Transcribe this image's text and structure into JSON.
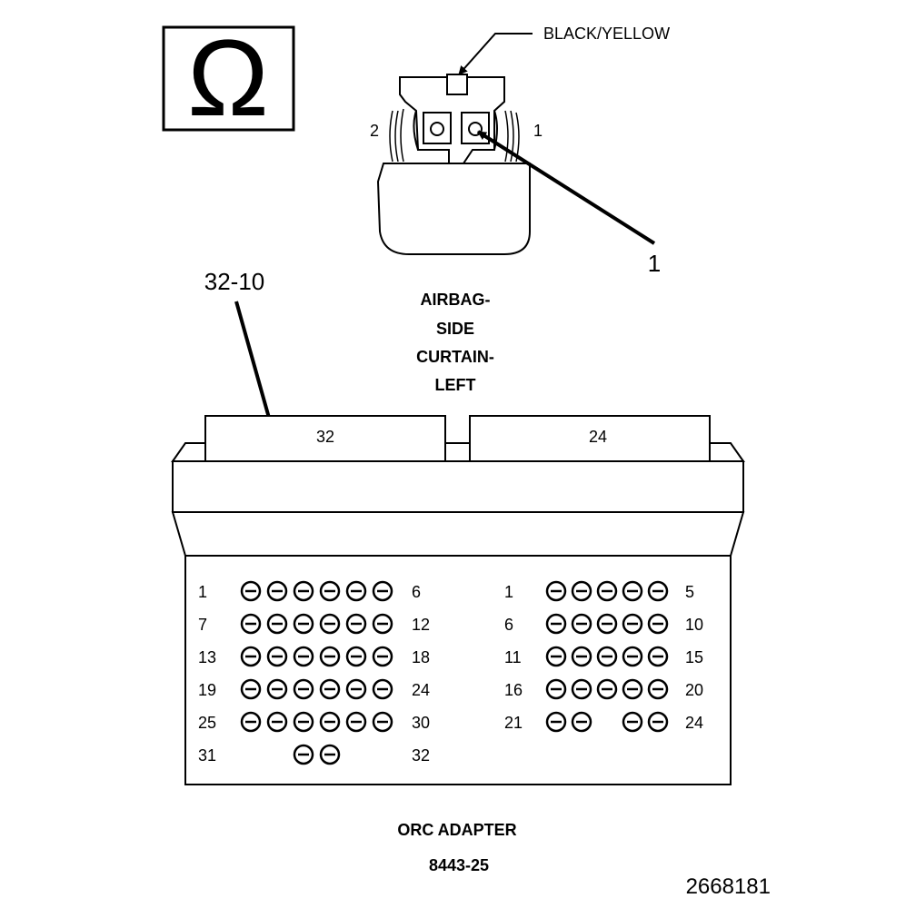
{
  "ohm_symbol": "Ω",
  "wire_color_label": "BLACK/YELLOW",
  "connector_pins": {
    "left": "2",
    "right": "1"
  },
  "connector_callout": "1",
  "adapter_callout": "32-10",
  "component_title": [
    "AIRBAG-",
    "SIDE",
    "CURTAIN-",
    "LEFT"
  ],
  "adapter_tabs": {
    "left": "32",
    "right": "24"
  },
  "left_block": {
    "rows": [
      {
        "start": "1",
        "end": "6",
        "pins": [
          1,
          1,
          1,
          1,
          1,
          1
        ]
      },
      {
        "start": "7",
        "end": "12",
        "pins": [
          1,
          1,
          1,
          1,
          1,
          1
        ]
      },
      {
        "start": "13",
        "end": "18",
        "pins": [
          1,
          1,
          1,
          1,
          1,
          1
        ]
      },
      {
        "start": "19",
        "end": "24",
        "pins": [
          1,
          1,
          1,
          1,
          1,
          1
        ]
      },
      {
        "start": "25",
        "end": "30",
        "pins": [
          1,
          1,
          1,
          1,
          1,
          1
        ]
      },
      {
        "start": "31",
        "end": "32",
        "pins": [
          0,
          0,
          1,
          1,
          0,
          0
        ]
      }
    ]
  },
  "right_block": {
    "rows": [
      {
        "start": "1",
        "end": "5",
        "pins": [
          1,
          1,
          1,
          1,
          1
        ]
      },
      {
        "start": "6",
        "end": "10",
        "pins": [
          1,
          1,
          1,
          1,
          1
        ]
      },
      {
        "start": "11",
        "end": "15",
        "pins": [
          1,
          1,
          1,
          1,
          1
        ]
      },
      {
        "start": "16",
        "end": "20",
        "pins": [
          1,
          1,
          1,
          1,
          1
        ]
      },
      {
        "start": "21",
        "end": "24",
        "pins": [
          1,
          1,
          0,
          1,
          1
        ]
      }
    ]
  },
  "adapter_name": "ORC ADAPTER",
  "adapter_number": "8443-25",
  "figure_number": "2668181"
}
